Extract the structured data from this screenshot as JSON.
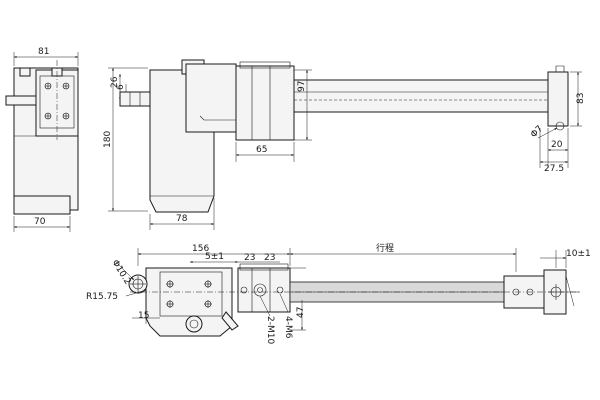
{
  "front_view": {
    "width_top": "81",
    "width_bottom": "70",
    "height": "180"
  },
  "side_view": {
    "dim_26": "26",
    "dim_6": "6",
    "dim_97": "97",
    "dim_65": "65",
    "dim_78": "78",
    "dim_83": "83",
    "dim_phi7": "Φ7",
    "dim_20": "20",
    "dim_27_5": "27.5"
  },
  "top_view": {
    "dim_156": "156",
    "stroke_label": "行程",
    "dim_5pm1": "5±1",
    "dim_23a": "23",
    "dim_23b": "23",
    "dim_10pm1": "10±1",
    "dim_phi10_2": "Φ10.2",
    "dim_r15_75": "R15.75",
    "dim_15": "15",
    "dim_2m10": "2-M10",
    "dim_4m6": "4-M6",
    "dim_47": "47"
  }
}
